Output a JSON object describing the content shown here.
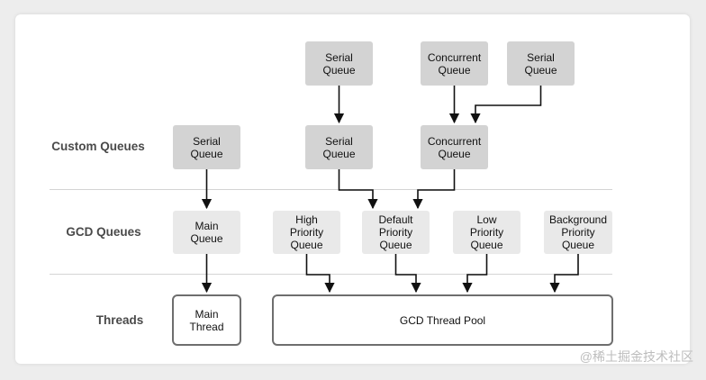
{
  "rows": {
    "custom": "Custom Queues",
    "gcd": "GCD Queues",
    "threads": "Threads"
  },
  "nodes": {
    "top_serial_1": "Serial\nQueue",
    "top_concurrent": "Concurrent\nQueue",
    "top_serial_2": "Serial\nQueue",
    "custom_serial_left": "Serial\nQueue",
    "custom_serial_mid": "Serial\nQueue",
    "custom_concurrent": "Concurrent\nQueue",
    "main_queue": "Main\nQueue",
    "high_priority": "High\nPriority\nQueue",
    "default_priority": "Default\nPriority\nQueue",
    "low_priority": "Low\nPriority\nQueue",
    "background_priority": "Background\nPriority\nQueue",
    "main_thread": "Main\nThread",
    "gcd_thread_pool": "GCD Thread Pool"
  },
  "watermark": "@稀土掘金技术社区"
}
